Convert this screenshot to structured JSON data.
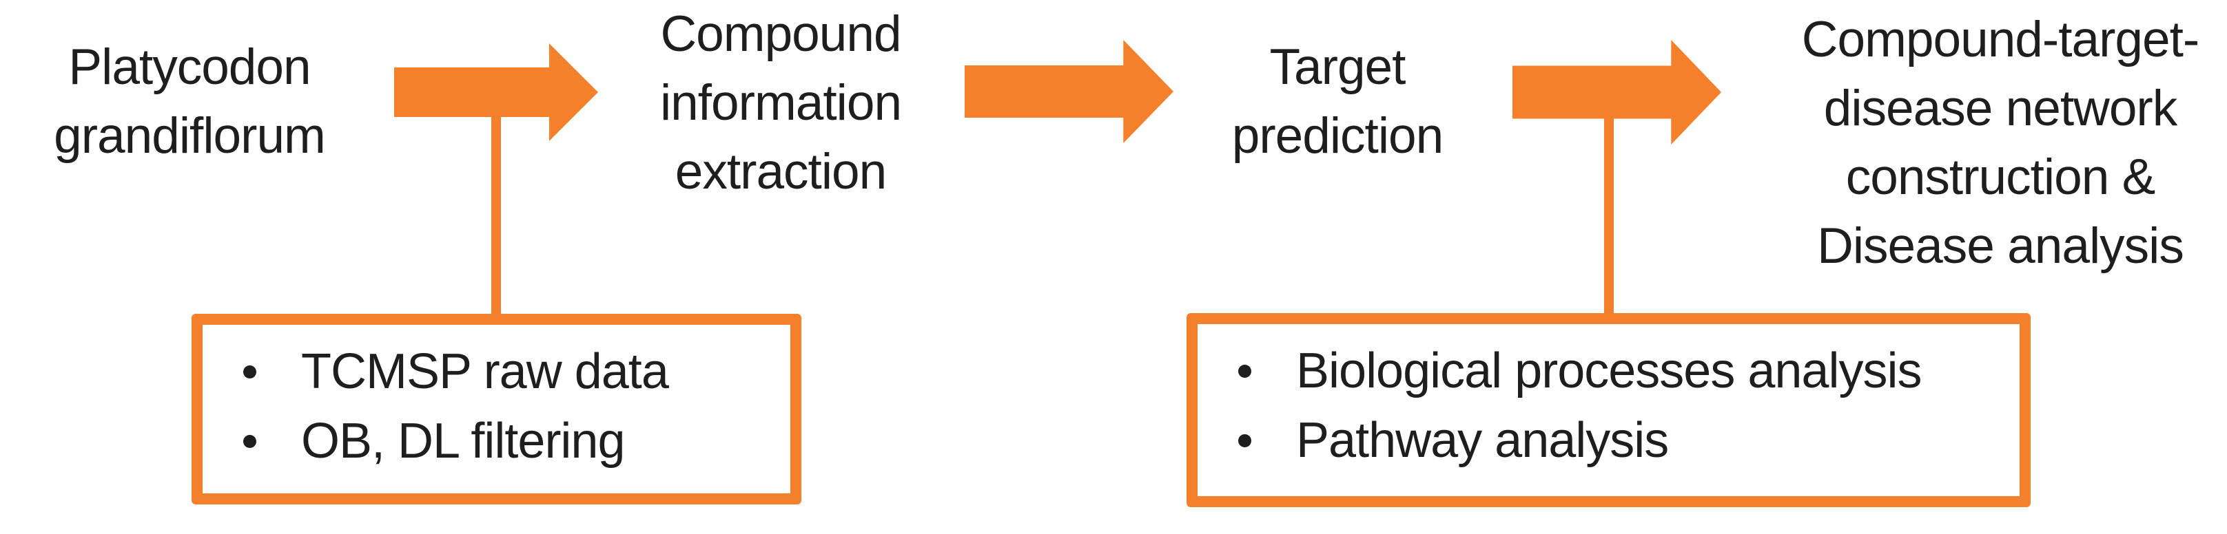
{
  "diagram": {
    "accent_orange": "#F5802B",
    "text_color": "#1E1E1E",
    "steps": [
      {
        "id": "source-herb",
        "lines": [
          "Platycodon",
          "grandiflorum"
        ]
      },
      {
        "id": "compound-extraction",
        "lines": [
          "Compound",
          "information",
          "extraction"
        ]
      },
      {
        "id": "target-prediction",
        "lines": [
          "Target",
          "prediction"
        ]
      },
      {
        "id": "network-disease",
        "lines": [
          "Compound-target-",
          "disease network",
          "construction &",
          "Disease analysis"
        ]
      }
    ],
    "boxes": [
      {
        "id": "compound-extraction-details",
        "items": [
          "TCMSP raw data",
          "OB, DL filtering"
        ]
      },
      {
        "id": "network-analysis-details",
        "items": [
          "Biological processes analysis",
          "Pathway analysis"
        ]
      }
    ]
  }
}
